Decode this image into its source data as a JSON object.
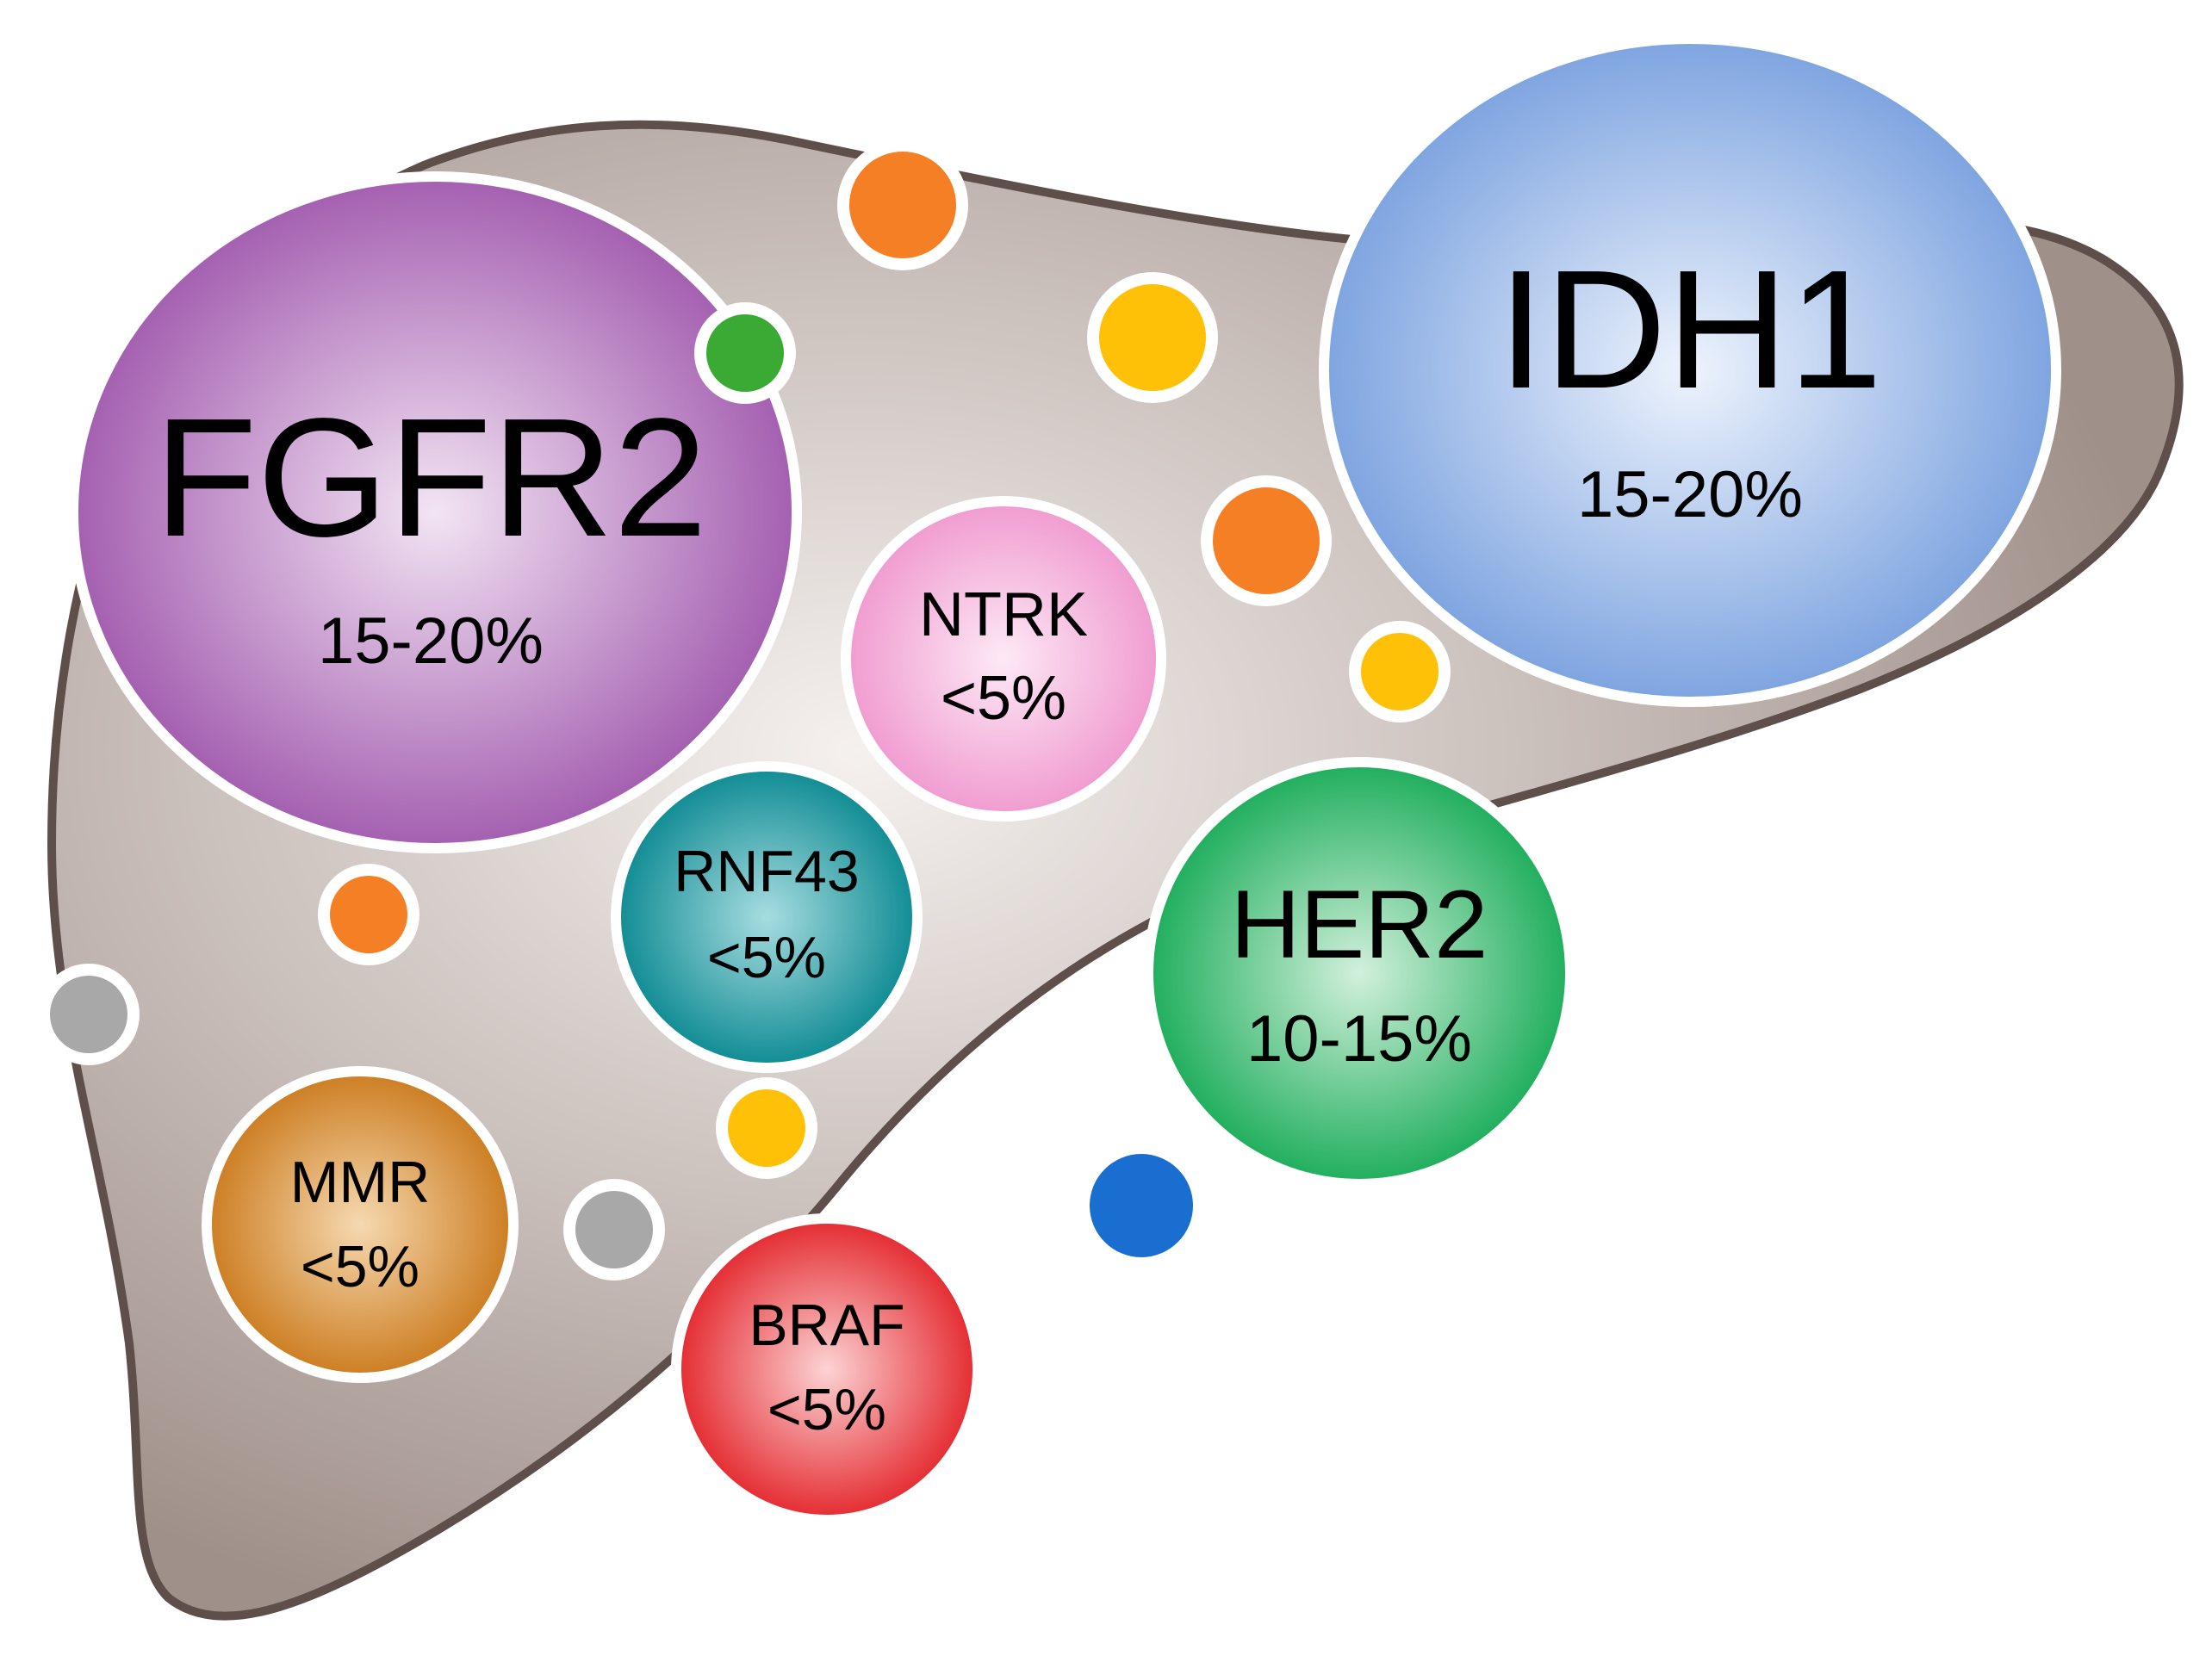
{
  "colors": {
    "liver_fill": "#a0908a",
    "liver_highlight": "#f5f1ef",
    "liver_outline": "#5e4f4b",
    "bubble_border": "#ffffff",
    "text": "#000000"
  },
  "genes": {
    "fgfr2": {
      "name": "FGFR2",
      "percent": "15-20%",
      "color": "#a45fb0",
      "highlight": "#f2e4f3"
    },
    "idh1": {
      "name": "IDH1",
      "percent": "15-20%",
      "color": "#7ea4e0",
      "highlight": "#edf3fc"
    },
    "ntrk": {
      "name": "NTRK",
      "percent": "<5%",
      "color": "#f09bd0",
      "highlight": "#fde9f5"
    },
    "rnf43": {
      "name": "RNF43",
      "percent": "<5%",
      "color": "#0f8b93",
      "highlight": "#a7dde0"
    },
    "her2": {
      "name": "HER2",
      "percent": "10-15%",
      "color": "#1fae5c",
      "highlight": "#d2f0dc"
    },
    "mmr": {
      "name": "MMR",
      "percent": "<5%",
      "color": "#cc7d21",
      "highlight": "#f6d9b0"
    },
    "braf": {
      "name": "BRAF",
      "percent": "<5%",
      "color": "#e42a30",
      "highlight": "#fcd3d4"
    }
  },
  "dots": {
    "orange": "#f57f25",
    "yellow": "#ffc107",
    "green": "#3aaa35",
    "gray": "#a8a8a8",
    "blue": "#1a6ecf"
  }
}
